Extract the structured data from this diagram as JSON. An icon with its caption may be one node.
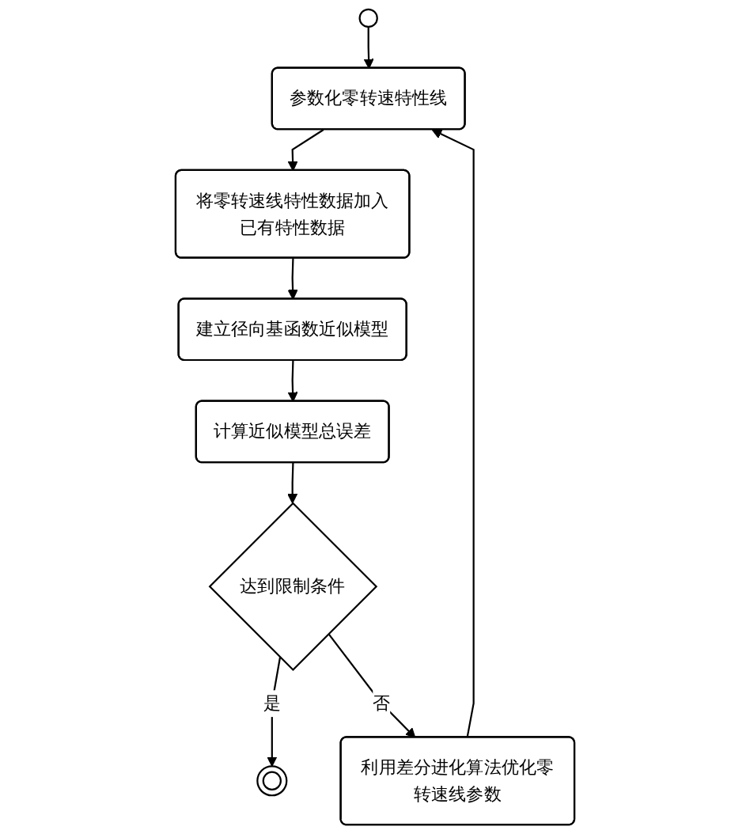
{
  "diagram": {
    "nodes": [
      {
        "text": [],
        "shape": "circle"
      },
      {
        "text": [
          "参数化零转速特性线"
        ]
      },
      {
        "text": [
          "将零转速线特性数据加入已有特性数据"
        ]
      },
      {
        "text": [
          "建立径向基函数近似模型"
        ]
      },
      {
        "text": [
          "计算近似模型总误差"
        ]
      },
      {
        "text": [
          "达到限制条件"
        ]
      },
      {
        "text": [],
        "shape": "circle"
      },
      {
        "text": [
          "利用差分进化算法优化零转速线参数"
        ]
      }
    ],
    "edges": [
      {
        "from": 0,
        "to": 1,
        "arrow": "to"
      },
      {
        "from": 1,
        "to": 2,
        "arrow": "to"
      },
      {
        "from": 2,
        "to": 3,
        "arrow": "to"
      },
      {
        "from": 3,
        "to": 4,
        "arrow": "to"
      },
      {
        "from": 4,
        "to": 5,
        "arrow": "to"
      },
      {
        "from": 5,
        "to": 6,
        "label": "是",
        "arrow": "to"
      },
      {
        "from": 5,
        "to": 7,
        "label": "否",
        "arrow": "to"
      },
      {
        "from": 7,
        "to": 1,
        "arrow": "to"
      }
    ]
  }
}
